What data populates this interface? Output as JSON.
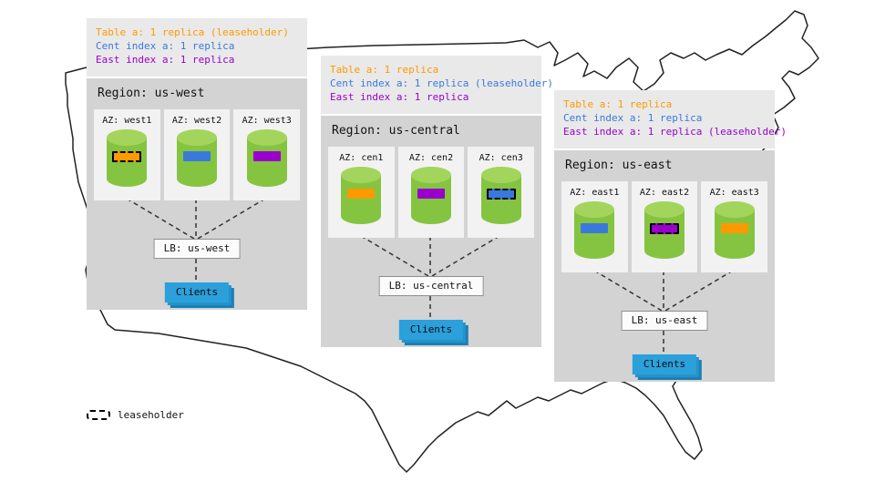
{
  "canvas": {
    "map_outline_color": "#222222"
  },
  "colors": {
    "table": "#ff9900",
    "cent_index": "#3b78dc",
    "east_index": "#9900cc",
    "cylinder_body": "#85c440",
    "cylinder_top": "#a3d55c",
    "clients_bg": "#2ba0da"
  },
  "legend": {
    "label": "leaseholder"
  },
  "regions": [
    {
      "name": "us-west",
      "annotations": [
        {
          "text": "Table a: 1 replica (leaseholder)",
          "color": "#ff9900"
        },
        {
          "text": "Cent index a: 1 replica",
          "color": "#3b78dc"
        },
        {
          "text": "East index a: 1 replica",
          "color": "#9900cc"
        }
      ],
      "title": "Region: us-west",
      "azs": [
        {
          "label": "AZ: west1",
          "bar_color": "#ff9900",
          "leaseholder": true
        },
        {
          "label": "AZ: west2",
          "bar_color": "#3b78dc",
          "leaseholder": false
        },
        {
          "label": "AZ: west3",
          "bar_color": "#9900cc",
          "leaseholder": false
        }
      ],
      "load_balancer": "LB: us-west",
      "clients": "Clients"
    },
    {
      "name": "us-central",
      "annotations": [
        {
          "text": "Table a: 1 replica",
          "color": "#ff9900"
        },
        {
          "text": "Cent index a: 1 replica (leaseholder)",
          "color": "#3b78dc"
        },
        {
          "text": "East index a: 1 replica",
          "color": "#9900cc"
        }
      ],
      "title": "Region: us-central",
      "azs": [
        {
          "label": "AZ: cen1",
          "bar_color": "#ff9900",
          "leaseholder": false
        },
        {
          "label": "AZ: cen2",
          "bar_color": "#9900cc",
          "leaseholder": false
        },
        {
          "label": "AZ: cen3",
          "bar_color": "#3b78dc",
          "leaseholder": true
        }
      ],
      "load_balancer": "LB: us-central",
      "clients": "Clients"
    },
    {
      "name": "us-east",
      "annotations": [
        {
          "text": "Table a: 1 replica",
          "color": "#ff9900"
        },
        {
          "text": "Cent index a: 1 replica",
          "color": "#3b78dc"
        },
        {
          "text": "East index a: 1 replica (leaseholder)",
          "color": "#9900cc"
        }
      ],
      "title": "Region: us-east",
      "azs": [
        {
          "label": "AZ: east1",
          "bar_color": "#3b78dc",
          "leaseholder": false
        },
        {
          "label": "AZ: east2",
          "bar_color": "#9900cc",
          "leaseholder": true
        },
        {
          "label": "AZ: east3",
          "bar_color": "#ff9900",
          "leaseholder": false
        }
      ],
      "load_balancer": "LB: us-east",
      "clients": "Clients"
    }
  ]
}
